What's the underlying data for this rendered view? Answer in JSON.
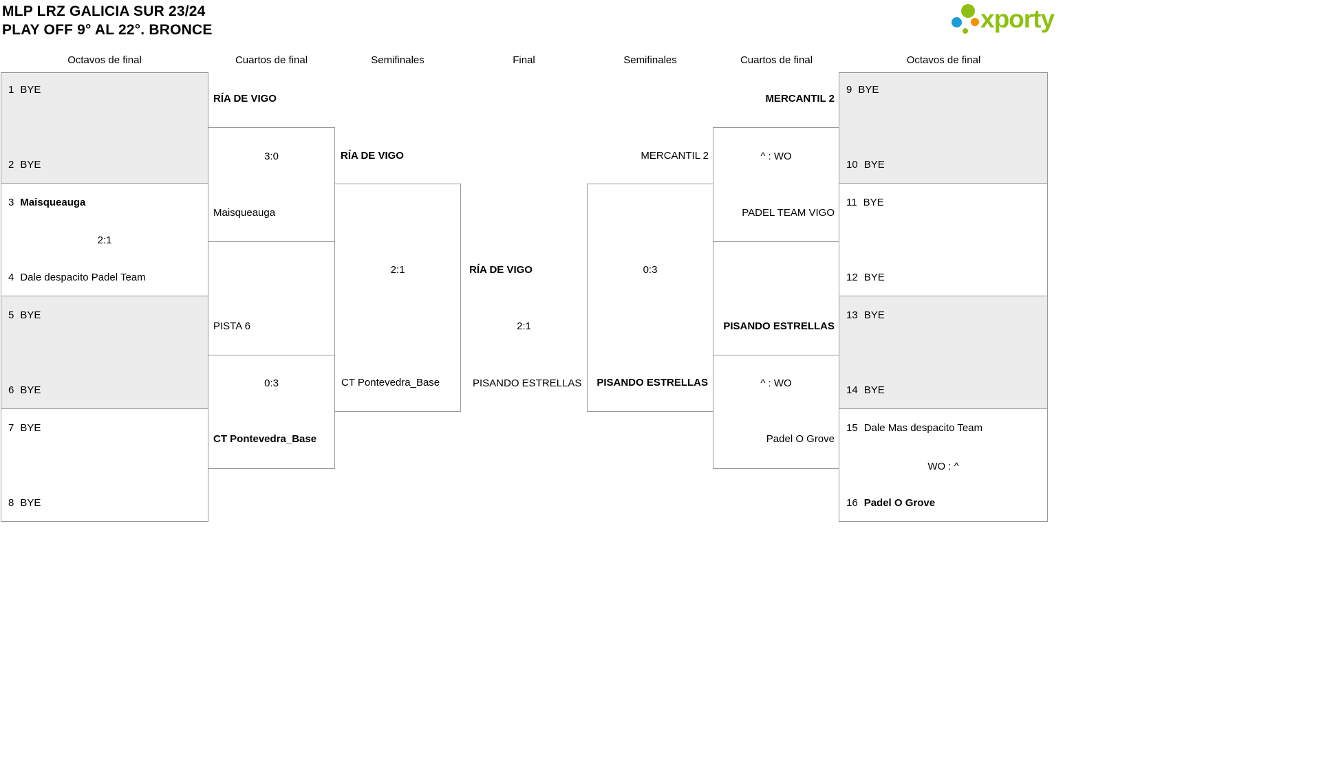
{
  "header": {
    "title_line1": "MLP LRZ GALICIA SUR 23/24",
    "title_line2": "PLAY OFF 9° AL 22°. BRONCE",
    "logo_text": "xporty"
  },
  "round_labels": {
    "l_oct": "Octavos de final",
    "l_qf": "Cuartos de final",
    "l_sf": "Semifinales",
    "final": "Final",
    "r_sf": "Semifinales",
    "r_qf": "Cuartos de final",
    "r_oct": "Octavos de final"
  },
  "bracket": {
    "l_oct": {
      "m1": {
        "seed1": "1",
        "team1": "BYE",
        "seed2": "2",
        "team2": "BYE"
      },
      "m2": {
        "seed1": "3",
        "team1": "Maisqueauga",
        "score": "2:1",
        "seed2": "4",
        "team2": "Dale despacito Padel Team"
      },
      "m3": {
        "seed1": "5",
        "team1": "BYE",
        "seed2": "6",
        "team2": "BYE"
      },
      "m4": {
        "seed1": "7",
        "team1": "BYE",
        "seed2": "8",
        "team2": "BYE"
      }
    },
    "l_qf": {
      "m1": {
        "team1": "RÍA DE VIGO",
        "score": "3:0",
        "team2": "Maisqueauga"
      },
      "m2": {
        "team1": "PISTA 6",
        "score": "0:3",
        "team2": "CT Pontevedra_Base"
      }
    },
    "l_sf": {
      "team1": "RÍA DE VIGO",
      "score": "2:1",
      "team2": "CT Pontevedra_Base"
    },
    "final": {
      "team1": "RÍA DE VIGO",
      "score": "2:1",
      "team2": "PISANDO ESTRELLAS"
    },
    "r_sf": {
      "team1": "MERCANTIL 2",
      "score": "0:3",
      "team2": "PISANDO ESTRELLAS"
    },
    "r_qf": {
      "m1": {
        "team1": "MERCANTIL 2",
        "score": "^ : WO",
        "team2": "PADEL TEAM VIGO"
      },
      "m2": {
        "team1": "PISANDO ESTRELLAS",
        "score": "^ : WO",
        "team2": "Padel O Grove"
      }
    },
    "r_oct": {
      "m1": {
        "seed1": "9",
        "team1": "BYE",
        "seed2": "10",
        "team2": "BYE"
      },
      "m2": {
        "seed1": "11",
        "team1": "BYE",
        "seed2": "12",
        "team2": "BYE"
      },
      "m3": {
        "seed1": "13",
        "team1": "BYE",
        "seed2": "14",
        "team2": "BYE"
      },
      "m4": {
        "seed1": "15",
        "team1": "Dale Mas despacito Team",
        "score": "WO : ^",
        "seed2": "16",
        "team2": "Padel O Grove"
      }
    }
  },
  "colors": {
    "brand_green": "#8CC011",
    "logo_blue": "#1E9CD7",
    "logo_orange": "#F39200",
    "box_shaded": "#ECECEC",
    "box_border": "#999999"
  }
}
